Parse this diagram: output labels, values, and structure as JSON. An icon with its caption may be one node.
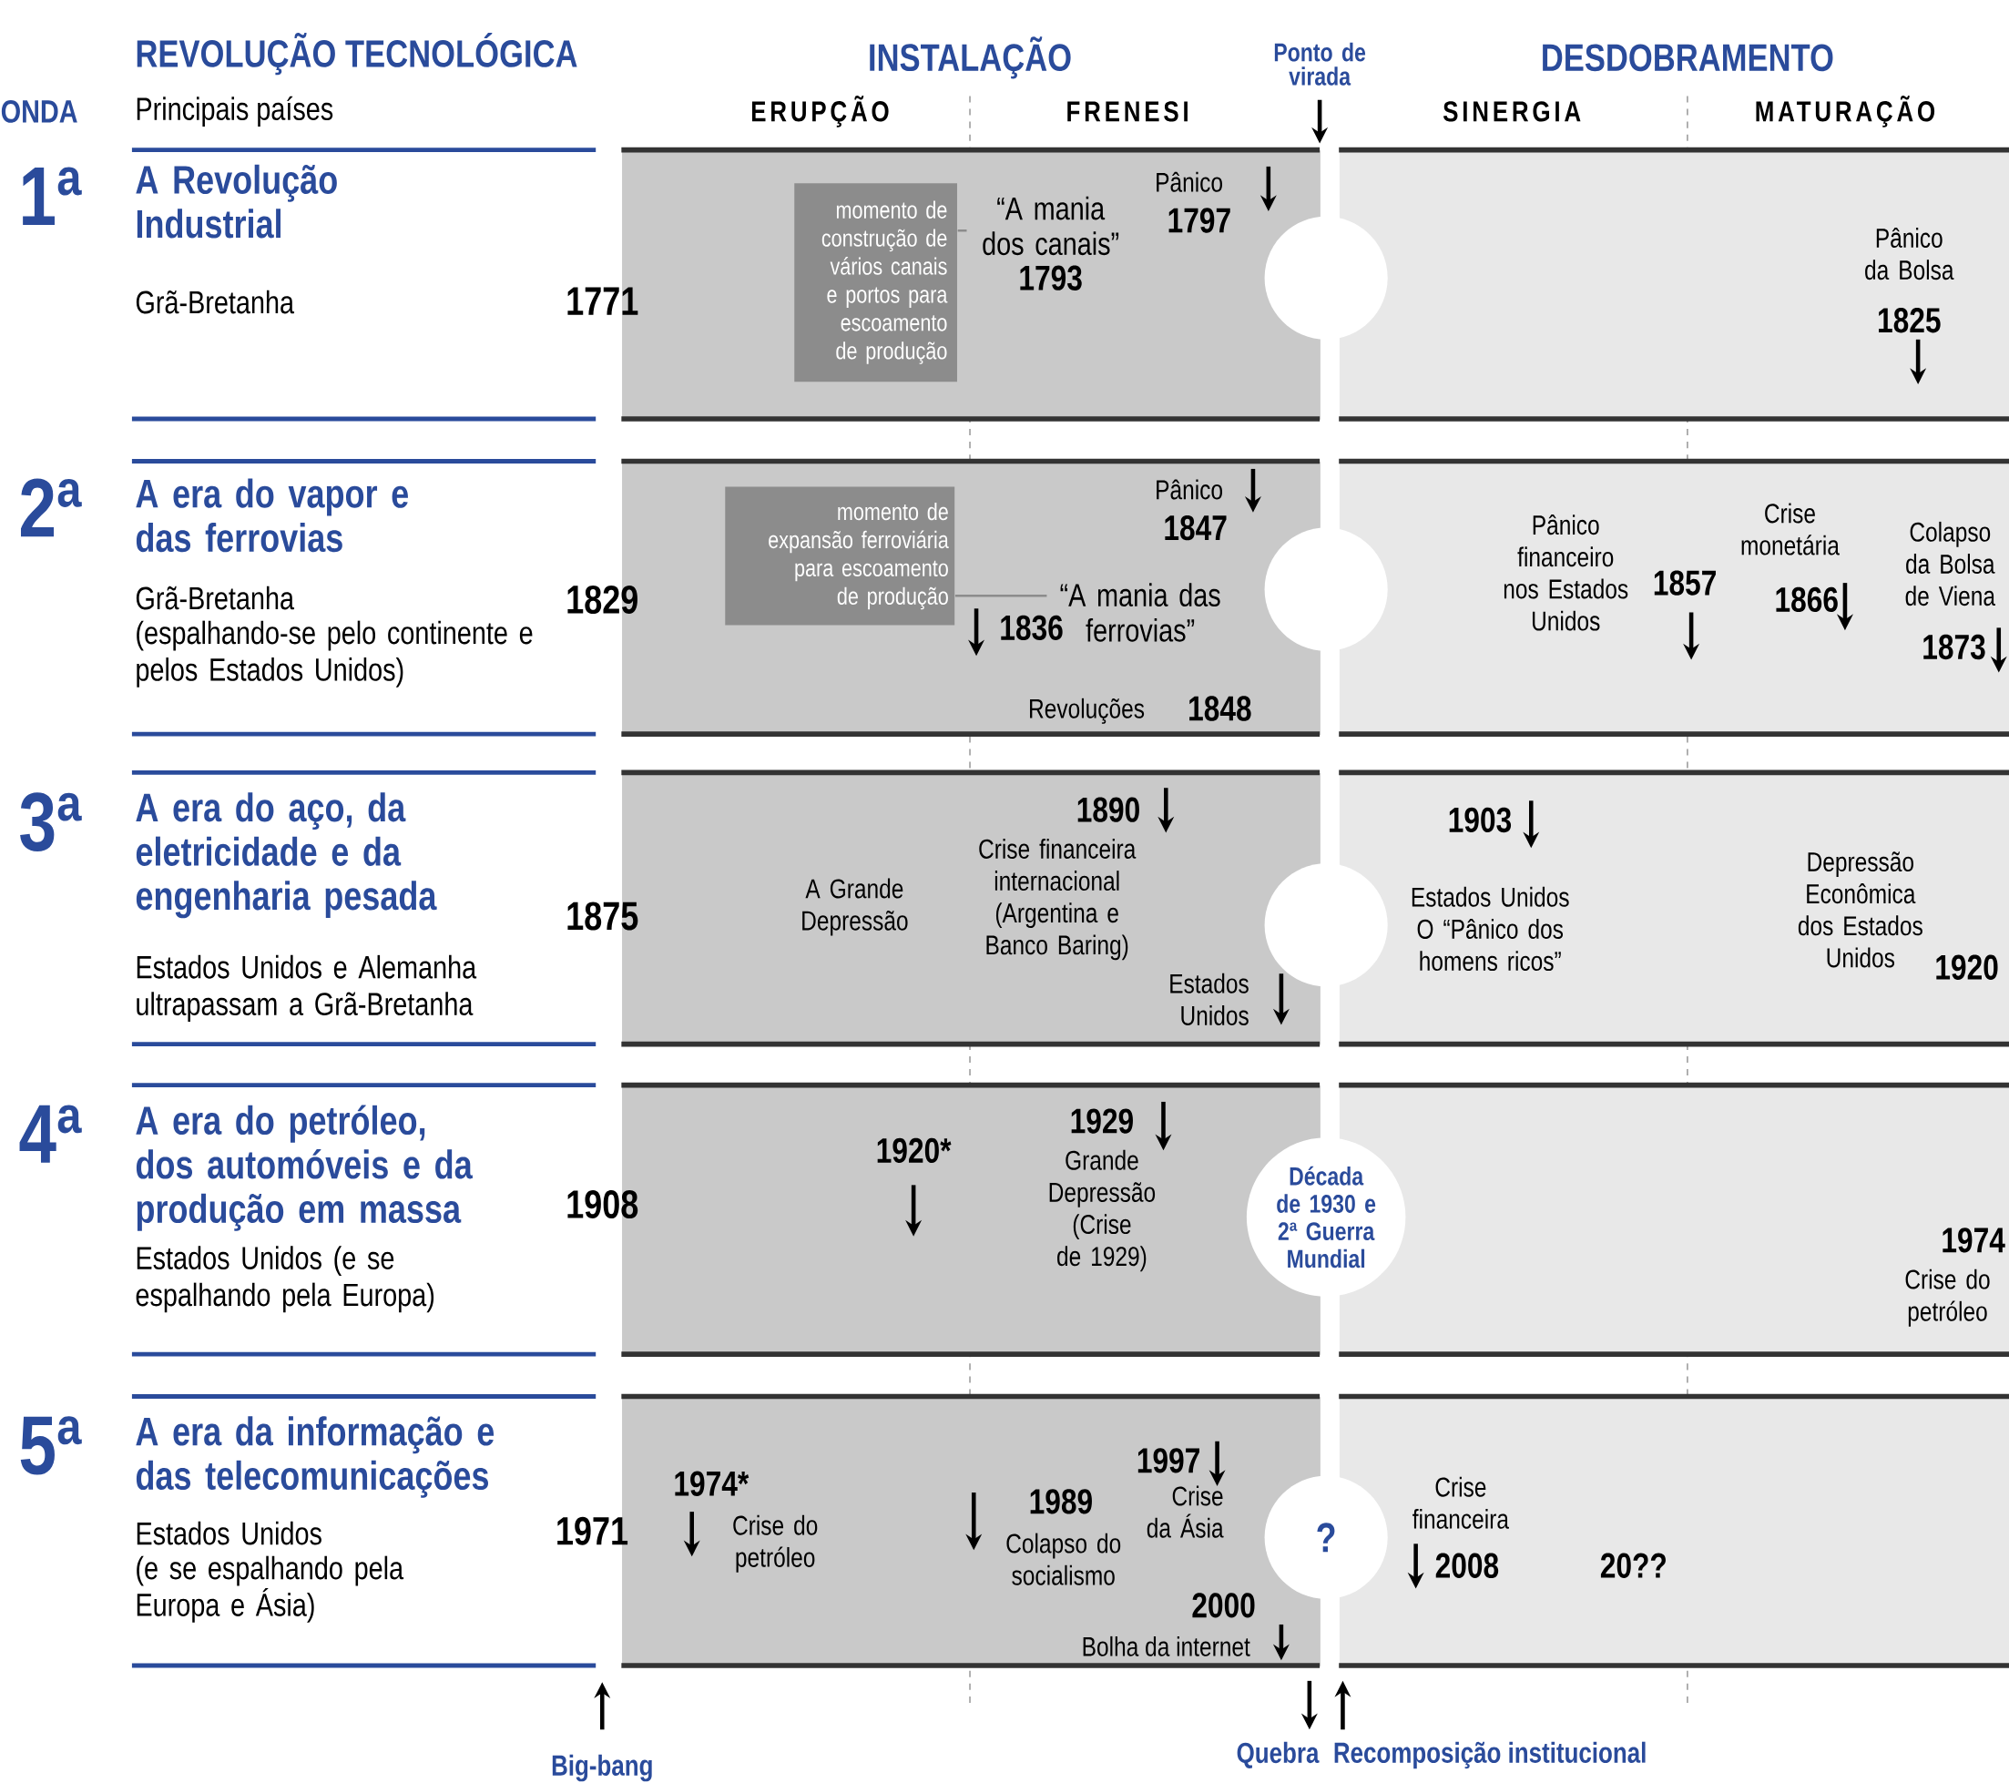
{
  "diagram": {
    "nodes": [
      {
        "text": [
          "Pânico",
          "1797"
        ],
        "beside": [
          "1771"
        ]
      },
      {
        "text": [
          "momento de construção de vários canais e portos para escoamento de produção"
        ],
        "in": 0
      },
      {
        "text": [
          "“A mania dos canais”",
          "1793"
        ],
        "in": 0
      },
      {
        "text": [],
        "shape": "circle"
      },
      {
        "text": [
          "Pânico da Bolsa",
          "1825"
        ]
      },
      {
        "text": [
          "Pânico",
          "1847",
          "1836",
          "Revoluções",
          "1848"
        ],
        "beside": [
          "1829"
        ]
      },
      {
        "text": [
          "momento de expansão ferroviária para escoamento de produção"
        ],
        "in": 5
      },
      {
        "text": [
          "“A mania das ferrovias”"
        ],
        "in": 5
      },
      {
        "text": [],
        "shape": "circle"
      },
      {
        "text": [
          "Pânico financeiro nos Estados Unidos",
          "1857",
          "Crise monetária",
          "1866",
          "Colapso da Bolsa de Viena",
          "1873"
        ]
      },
      {
        "text": [
          "A Grande Depressão",
          "1890",
          "Crise financeira internacional (Argentina e Banco Baring)",
          "Estados Unidos"
        ],
        "beside": [
          "1875"
        ]
      },
      {
        "text": [],
        "shape": "circle"
      },
      {
        "text": [
          "1903",
          "Estados Unidos O “Pânico dos homens ricos”",
          "Depressão Econômica dos Estados Unidos",
          "1920"
        ]
      },
      {
        "text": [
          "1929",
          "1920*",
          "Grande Depressão (Crise de 1929)"
        ],
        "beside": [
          "1908"
        ]
      },
      {
        "text": [
          "Década de 1930 e 2ª Guerra Mundial"
        ]
      },
      {
        "text": [
          "1974",
          "Crise do petróleo"
        ]
      },
      {
        "text": [
          "1997",
          "1974*",
          "Crise do petróleo",
          "1989",
          "Crise da Ásia",
          "Colapso do socialismo",
          "2000",
          "Bolha da internet"
        ],
        "beside": [
          "1971"
        ]
      },
      {
        "text": [
          "?"
        ]
      },
      {
        "text": [
          "Crise financeira",
          "2008",
          "20??"
        ]
      }
    ],
    "edges": [
      {
        "from": 1,
        "to": 2,
        "arrow": "none"
      },
      {
        "from": 6,
        "to": 7,
        "arrow": "none"
      }
    ],
    "labels": [
      "REVOLUÇÃO TECNOLÓGICA",
      "ONDA",
      "Principais países",
      "INSTALAÇÃO",
      "Ponto de virada",
      "DESDOBRAMENTO",
      "ERUPÇÃO",
      "FRENESI",
      "SINERGIA",
      "MATURAÇÃO",
      "1ª",
      "A Revolução Industrial",
      "Grã-Bretanha",
      "2ª",
      "A era do vapor e das ferrovias",
      "Grã-Bretanha",
      "(espalhando-se pelo continente e pelos Estados Unidos)",
      "3ª",
      "A era do aço, da eletricidade e da engenharia pesada",
      "Estados Unidos e Alemanha ultrapassam a Grã-Bretanha",
      "4ª",
      "A era do petróleo, dos automóveis e da produção em massa",
      "Estados Unidos (e se espalhando pela Europa)",
      "5ª",
      "A era da informação e das telecomunicações",
      "Estados Unidos",
      "(e se espalhando pela Europa e Ásia)",
      "Big-bang",
      "Quebra",
      "Recomposição institucional"
    ]
  }
}
